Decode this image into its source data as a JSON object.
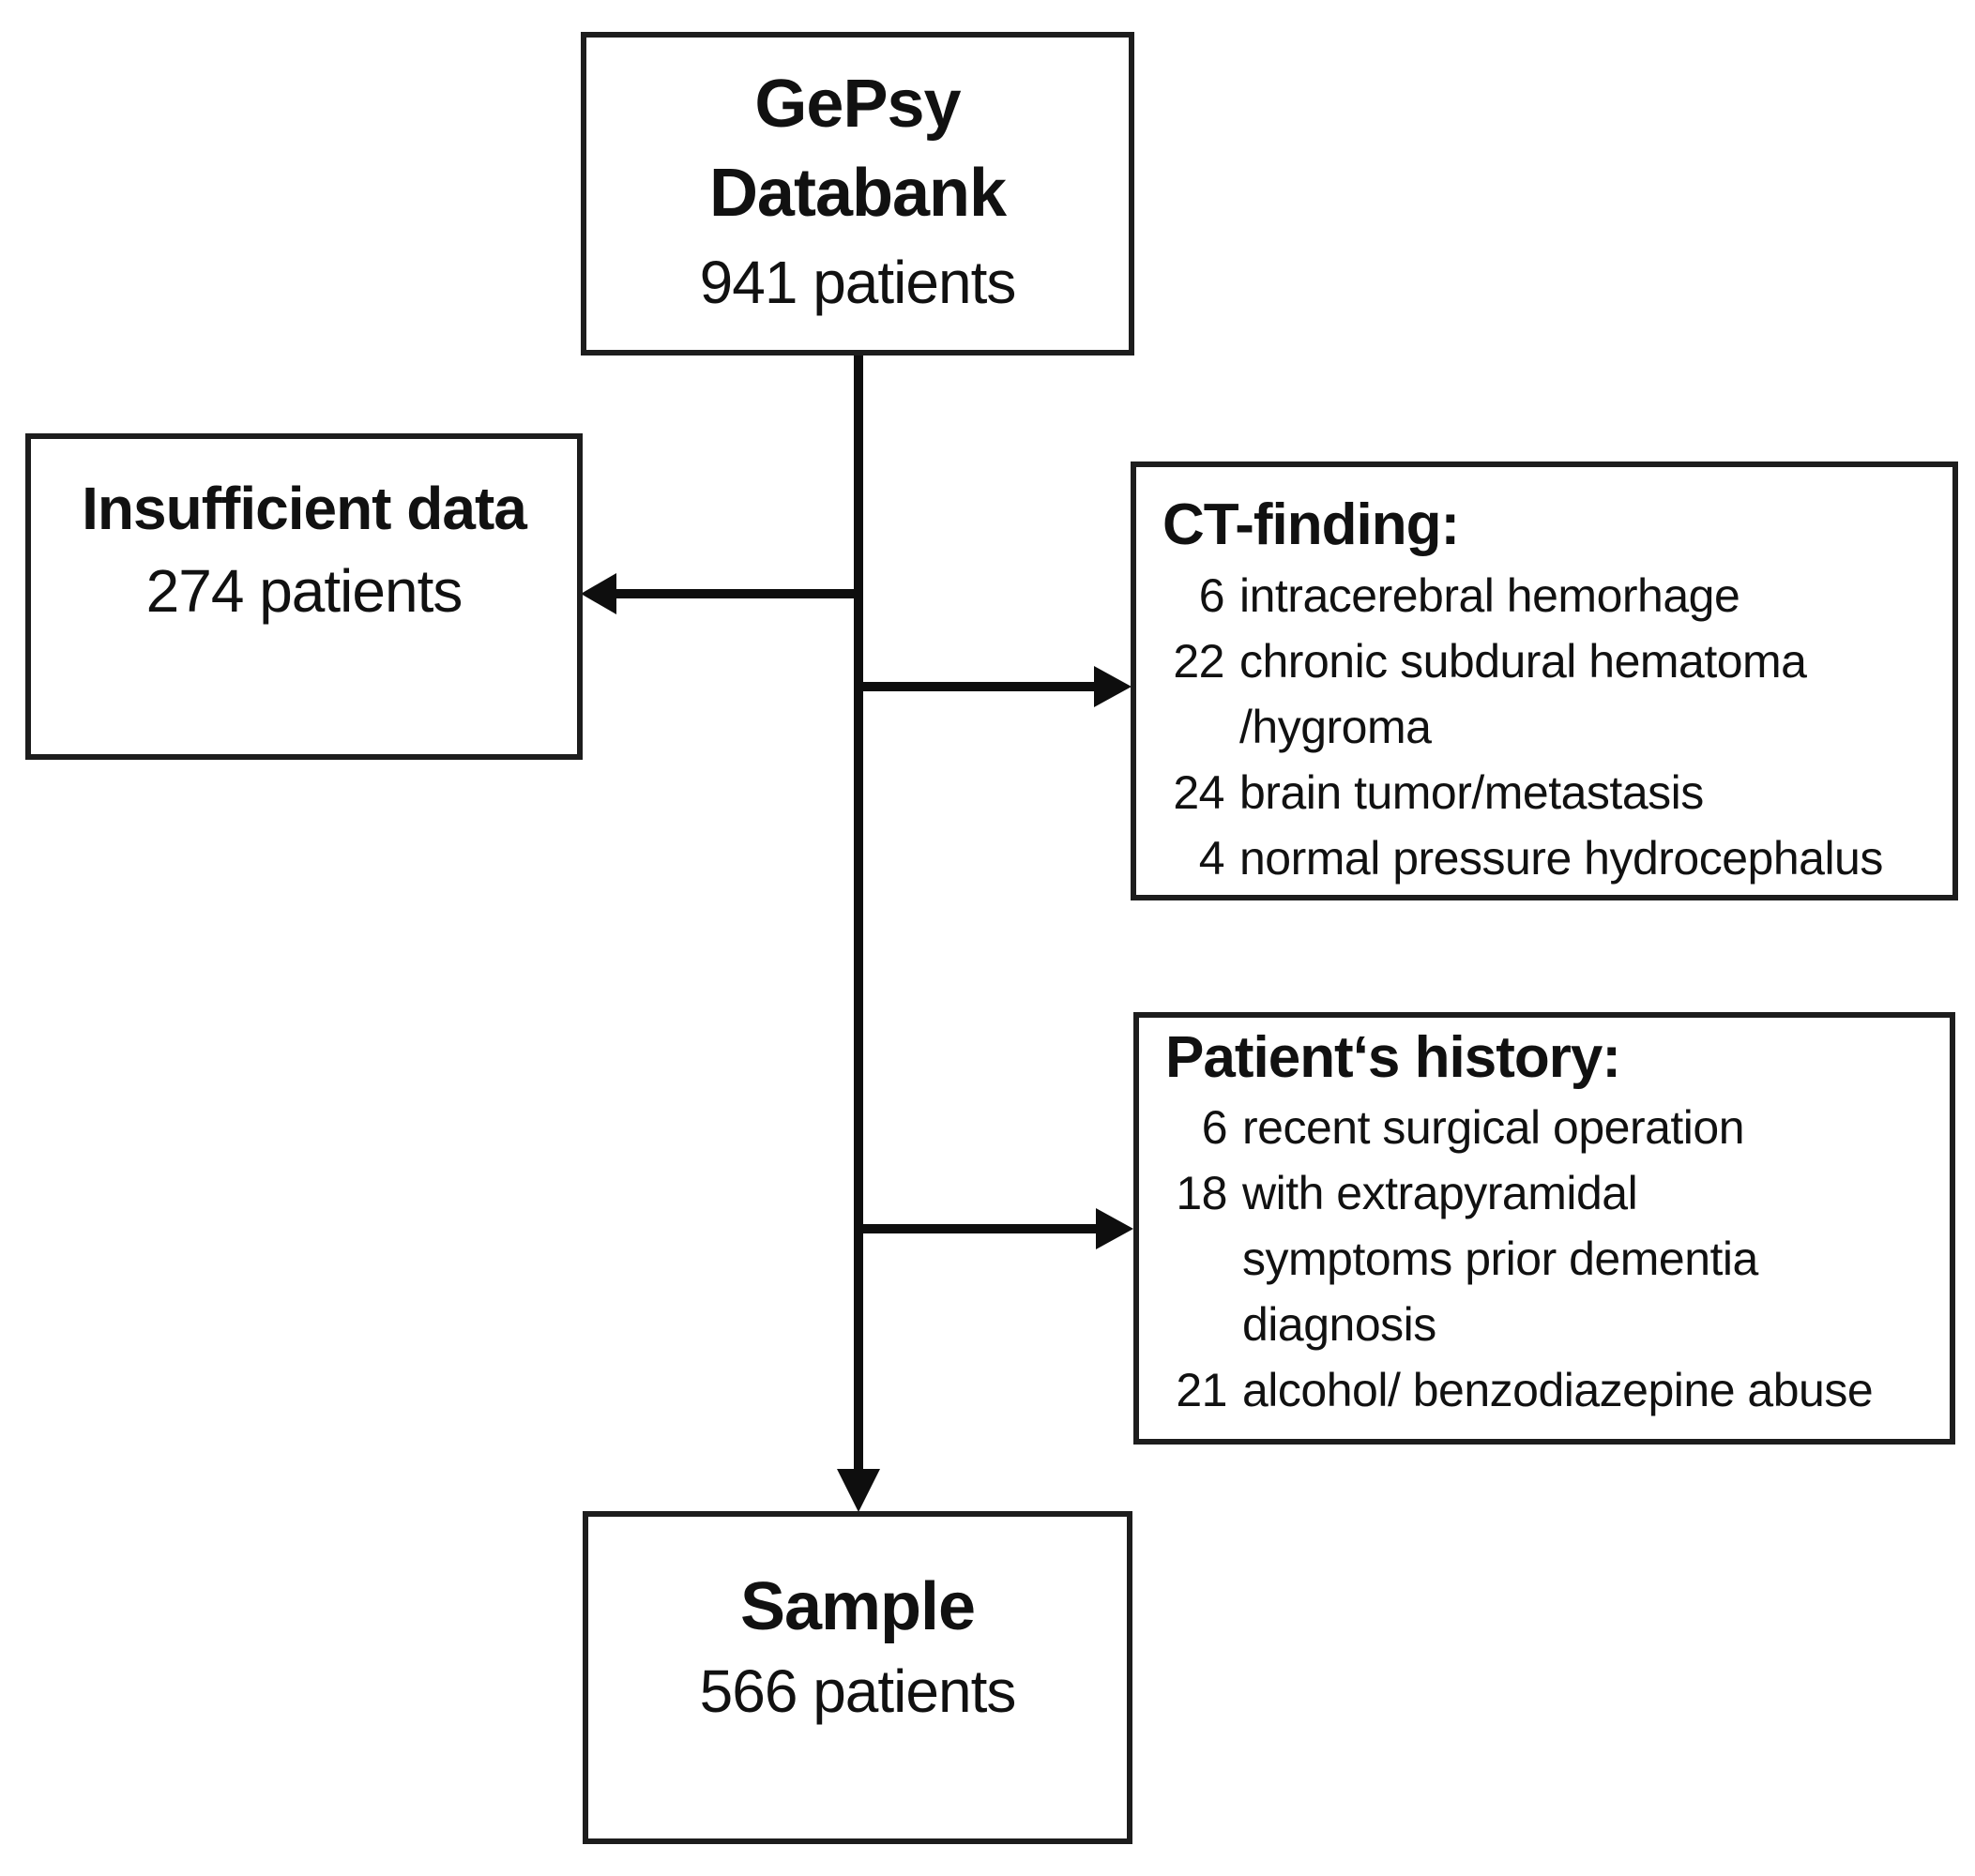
{
  "diagram": {
    "databank": {
      "line1": "GePsy",
      "line2": "Databank",
      "count": "941 patients"
    },
    "insufficient": {
      "title": "Insufficient data",
      "count": "274 patients"
    },
    "ct": {
      "heading": "CT-finding:",
      "items": [
        {
          "num": "6",
          "lines": [
            "intracerebral hemorhage"
          ]
        },
        {
          "num": "22",
          "lines": [
            "chronic subdural hematoma",
            "/hygroma"
          ]
        },
        {
          "num": "24",
          "lines": [
            "brain tumor/metastasis"
          ]
        },
        {
          "num": "4",
          "lines": [
            "normal pressure hydrocephalus"
          ]
        }
      ]
    },
    "history": {
      "heading": "Patient‘s history:",
      "items": [
        {
          "num": "6",
          "lines": [
            "recent surgical operation"
          ]
        },
        {
          "num": "18",
          "lines": [
            "with extrapyramidal",
            "symptoms prior dementia",
            "diagnosis"
          ]
        },
        {
          "num": "21",
          "lines": [
            "alcohol/ benzodiazepine abuse"
          ]
        }
      ]
    },
    "sample": {
      "title": "Sample",
      "count": "566 patients"
    },
    "colors": {
      "ink": "#111111",
      "line": "#0e0e0e"
    }
  }
}
